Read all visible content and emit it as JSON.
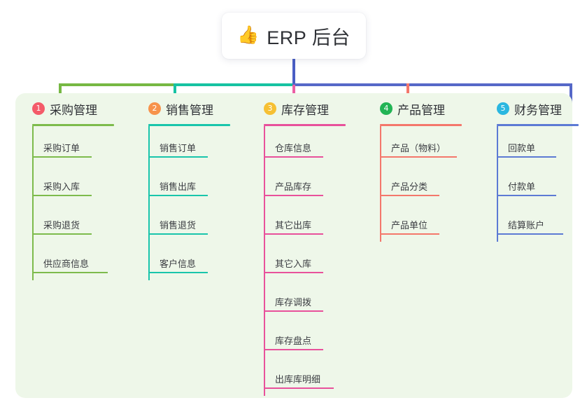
{
  "root": {
    "icon": "thumbs-up-icon",
    "icon_glyph": "👍",
    "title": "ERP 后台"
  },
  "theme": {
    "page_background": "#ffffff",
    "panel_background": "#eef7e9",
    "card_background": "#ffffff",
    "text_color": "#2f3136",
    "stem_color": "#4a5ec4",
    "bus_segment_green": "#76b843",
    "bus_segment_teal": "#17c3a2",
    "bus_segment_blue": "#5668c8"
  },
  "columns": [
    {
      "number": "1",
      "title": "采购管理",
      "badge_color": "#f45b69",
      "line_color": "#7dbb4c",
      "connector_color": "#76b843",
      "items": [
        "采购订单",
        "采购入库",
        "采购退货",
        "供应商信息"
      ]
    },
    {
      "number": "2",
      "title": "销售管理",
      "badge_color": "#f7934c",
      "line_color": "#19c5ab",
      "connector_color": "#17c3a2",
      "items": [
        "销售订单",
        "销售出库",
        "销售退货",
        "客户信息"
      ]
    },
    {
      "number": "3",
      "title": "库存管理",
      "badge_color": "#f6c033",
      "line_color": "#e8519b",
      "connector_color": "#ec5fa4",
      "items": [
        "仓库信息",
        "产品库存",
        "其它出库",
        "其它入库",
        "库存调拨",
        "库存盘点",
        "出库库明细"
      ]
    },
    {
      "number": "4",
      "title": "产品管理",
      "badge_color": "#22b455",
      "line_color": "#f4776b",
      "connector_color": "#f4776b",
      "items": [
        "产品（物料）",
        "产品分类",
        "产品单位"
      ]
    },
    {
      "number": "5",
      "title": "财务管理",
      "badge_color": "#2ab7e0",
      "line_color": "#5c7ad4",
      "connector_color": "#5668c8",
      "items": [
        "回款单",
        "付款单",
        "结算账户"
      ]
    }
  ]
}
